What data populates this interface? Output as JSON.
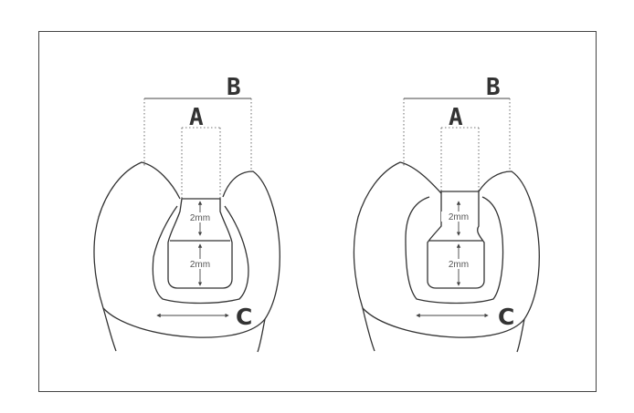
{
  "figures": [
    {
      "id": "left",
      "labels": {
        "a": "A",
        "b": "B",
        "c": "C"
      },
      "dimensions": [
        "2mm",
        "2mm"
      ]
    },
    {
      "id": "right",
      "labels": {
        "a": "A",
        "b": "B",
        "c": "C"
      },
      "dimensions": [
        "2mm",
        "2mm"
      ]
    }
  ],
  "colors": {
    "stroke": "#333333",
    "background": "#ffffff"
  }
}
